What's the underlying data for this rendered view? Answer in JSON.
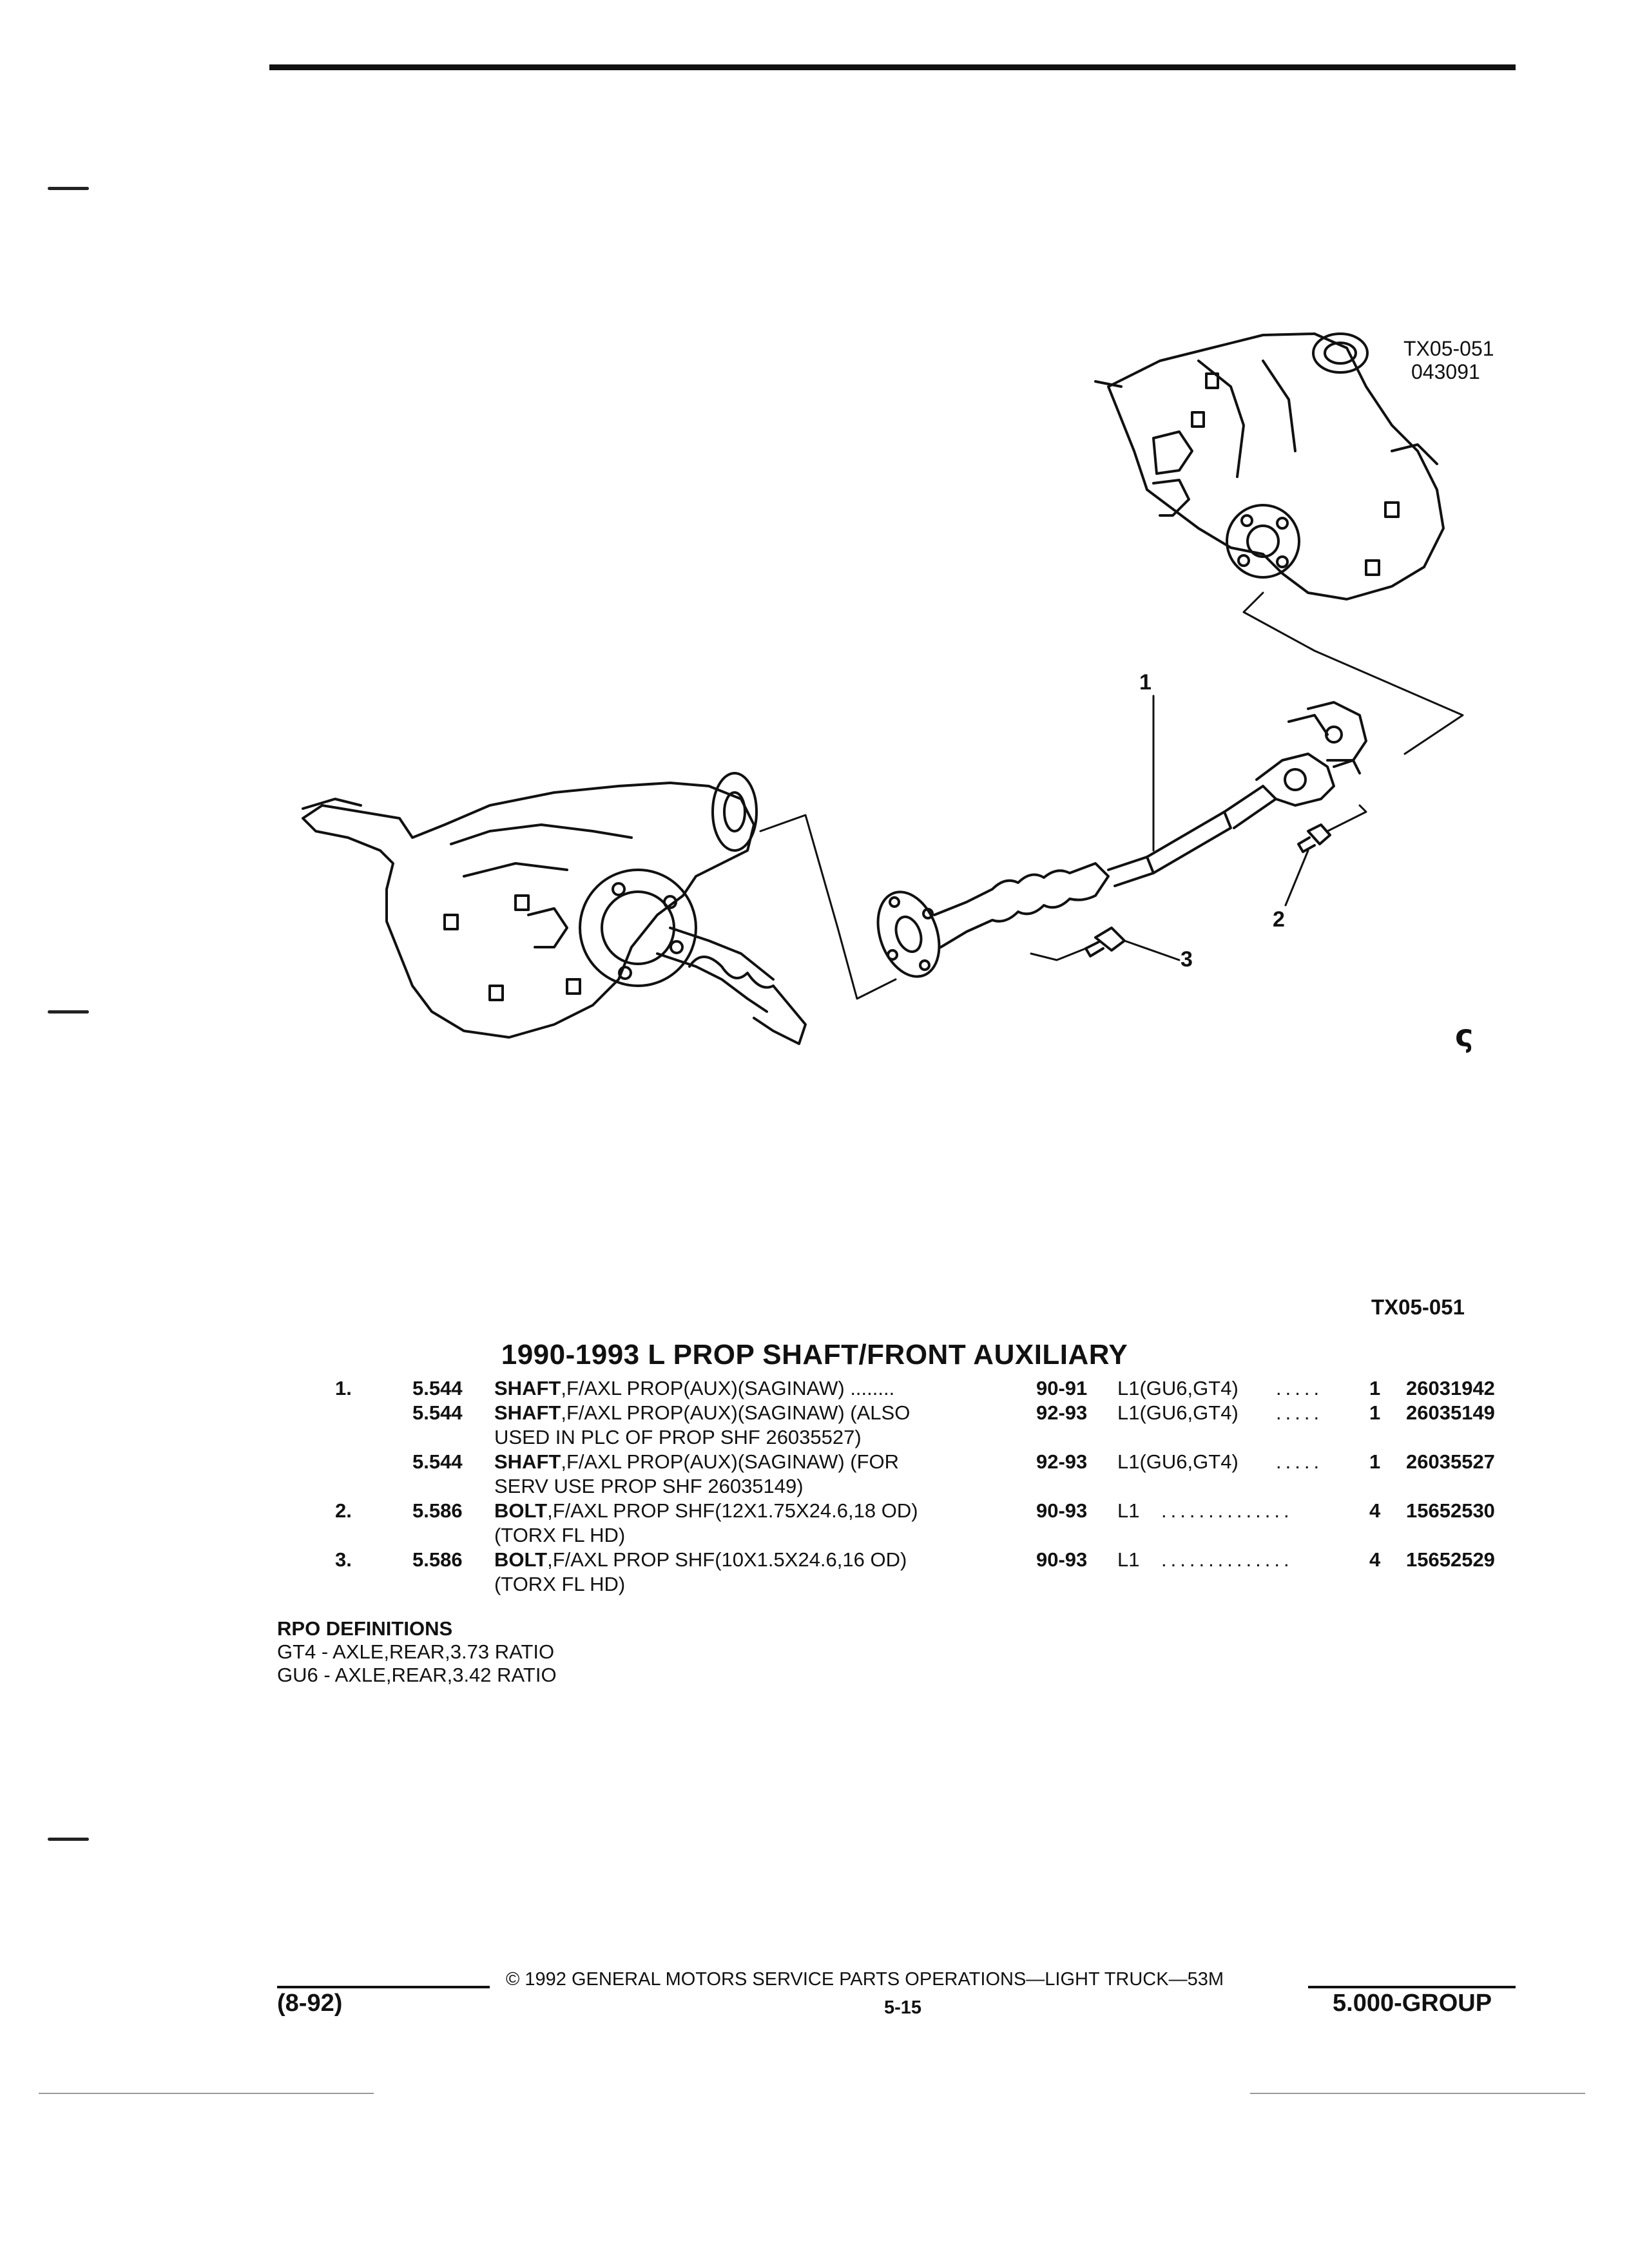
{
  "figure": {
    "code_top": "TX05-051",
    "date_code": "043091",
    "code_caption": "TX05-051",
    "callouts": [
      "1",
      "2",
      "3"
    ]
  },
  "section_title": "1990-1993 L PROP SHAFT/FRONT AUXILIARY",
  "parts": [
    {
      "item": "1.",
      "group": "5.544",
      "name": "SHAFT",
      "desc": [
        ",F/AXL PROP(AUX)(SAGINAW)"
      ],
      "years": "90-91",
      "model": "L1(GU6,GT4)",
      "qty": "1",
      "part_no": "26031942"
    },
    {
      "item": "",
      "group": "5.544",
      "name": "SHAFT",
      "desc": [
        ",F/AXL PROP(AUX)(SAGINAW) (ALSO",
        "USED IN PLC OF PROP SHF 26035527)"
      ],
      "years": "92-93",
      "model": "L1(GU6,GT4)",
      "qty": "1",
      "part_no": "26035149"
    },
    {
      "item": "",
      "group": "5.544",
      "name": "SHAFT",
      "desc": [
        ",F/AXL PROP(AUX)(SAGINAW) (FOR",
        "SERV USE PROP SHF 26035149)"
      ],
      "years": "92-93",
      "model": "L1(GU6,GT4)",
      "qty": "1",
      "part_no": "26035527"
    },
    {
      "item": "2.",
      "group": "5.586",
      "name": "BOLT",
      "desc": [
        ",F/AXL PROP SHF(12X1.75X24.6,18 OD)",
        "(TORX FL HD)"
      ],
      "years": "90-93",
      "model": "L1",
      "qty": "4",
      "part_no": "15652530"
    },
    {
      "item": "3.",
      "group": "5.586",
      "name": "BOLT",
      "desc": [
        ",F/AXL PROP SHF(10X1.5X24.6,16 OD)",
        "(TORX FL HD)"
      ],
      "years": "90-93",
      "model": "L1",
      "qty": "4",
      "part_no": "15652529"
    }
  ],
  "rpo": {
    "heading": "RPO DEFINITIONS",
    "items": [
      "GT4 - AXLE,REAR,3.73 RATIO",
      "GU6 - AXLE,REAR,3.42 RATIO"
    ]
  },
  "footer": {
    "copyright": "© 1992 GENERAL MOTORS SERVICE PARTS OPERATIONS—LIGHT TRUCK—53M",
    "revision": "(8-92)",
    "page": "5-15",
    "group": "5.000-GROUP"
  }
}
